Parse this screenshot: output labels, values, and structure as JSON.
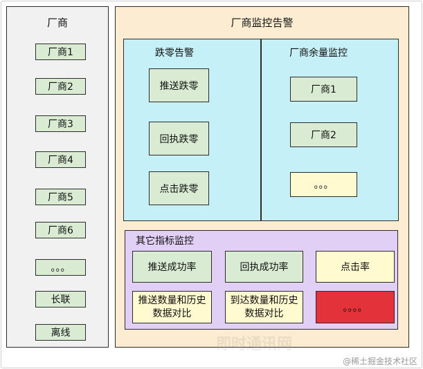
{
  "vendors": {
    "title": "厂商",
    "items": [
      "厂商1",
      "厂商2",
      "厂商3",
      "厂商4",
      "厂商5",
      "厂商6",
      "。。。",
      "长联",
      "离线"
    ]
  },
  "monitor": {
    "title": "厂商监控告警",
    "zero_alarm": {
      "title": "跌零告警",
      "items": [
        "推送跌零",
        "回执跌零",
        "点击跌零"
      ]
    },
    "balance": {
      "title": "厂商余量监控",
      "items": [
        "厂商1",
        "厂商2",
        "。。。"
      ]
    },
    "other": {
      "title": "其它指标监控",
      "row1": [
        "推送成功率",
        "回执成功率",
        "点击率"
      ],
      "row2": [
        {
          "line1": "推送数量和历史",
          "line2": "数据对比"
        },
        {
          "line1": "到达数量和历史",
          "line2": "数据对比"
        },
        {
          "text": "。。。。"
        }
      ]
    }
  },
  "watermark": "即时通讯网",
  "credit": "@稀土掘金技术社区",
  "colors": {
    "green": "#d9ecd3",
    "yellow": "#fffad0",
    "red": "#e3323a",
    "cyan": "#c6f0f7",
    "lavender": "#e2cff5",
    "peach": "#fcecd1",
    "gray": "#f1f1f1"
  }
}
